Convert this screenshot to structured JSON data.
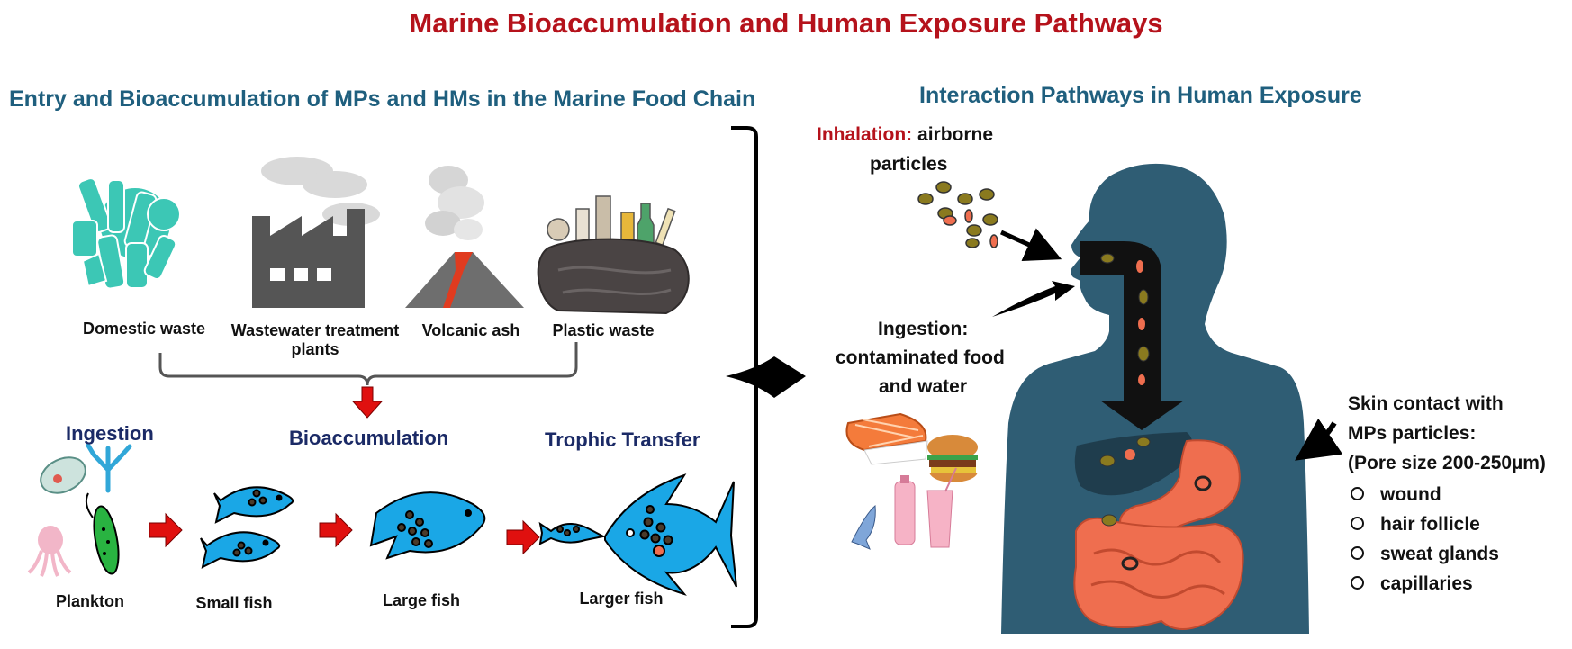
{
  "title": "Marine Bioaccumulation and Human Exposure Pathways",
  "left": {
    "heading": "Entry and Bioaccumulation of MPs and HMs in the Marine Food Chain",
    "sources": [
      "Domestic waste",
      "Wastewater treatment plants",
      "Volcanic ash",
      "Plastic waste"
    ],
    "stages": [
      "Ingestion",
      "Bioaccumulation",
      "Trophic Transfer"
    ],
    "organisms": [
      "Plankton",
      "Small fish",
      "Large fish",
      "Larger fish"
    ]
  },
  "right": {
    "heading": "Interaction Pathways in Human Exposure",
    "inhalation_label": "Inhalation:",
    "inhalation_text_1": "airborne",
    "inhalation_text_2": "particles",
    "ingestion_label": "Ingestion:",
    "ingestion_text_1": "contaminated food",
    "ingestion_text_2": "and water",
    "skin_title_1": "Skin contact with",
    "skin_title_2": "MPs particles:",
    "skin_title_3": "(Pore size 200-250µm)",
    "skin_items": [
      "wound",
      "hair follicle",
      "sweat glands",
      "capillaries"
    ]
  },
  "colors": {
    "title": "#b5121b",
    "heading": "#1f5f7e",
    "stage": "#1b2a66",
    "fish": "#1aa7e6",
    "body": "#2f5d74",
    "organ": "#ef6e4f",
    "arrow_red": "#e0100f",
    "waste_teal": "#3cc7b5"
  }
}
